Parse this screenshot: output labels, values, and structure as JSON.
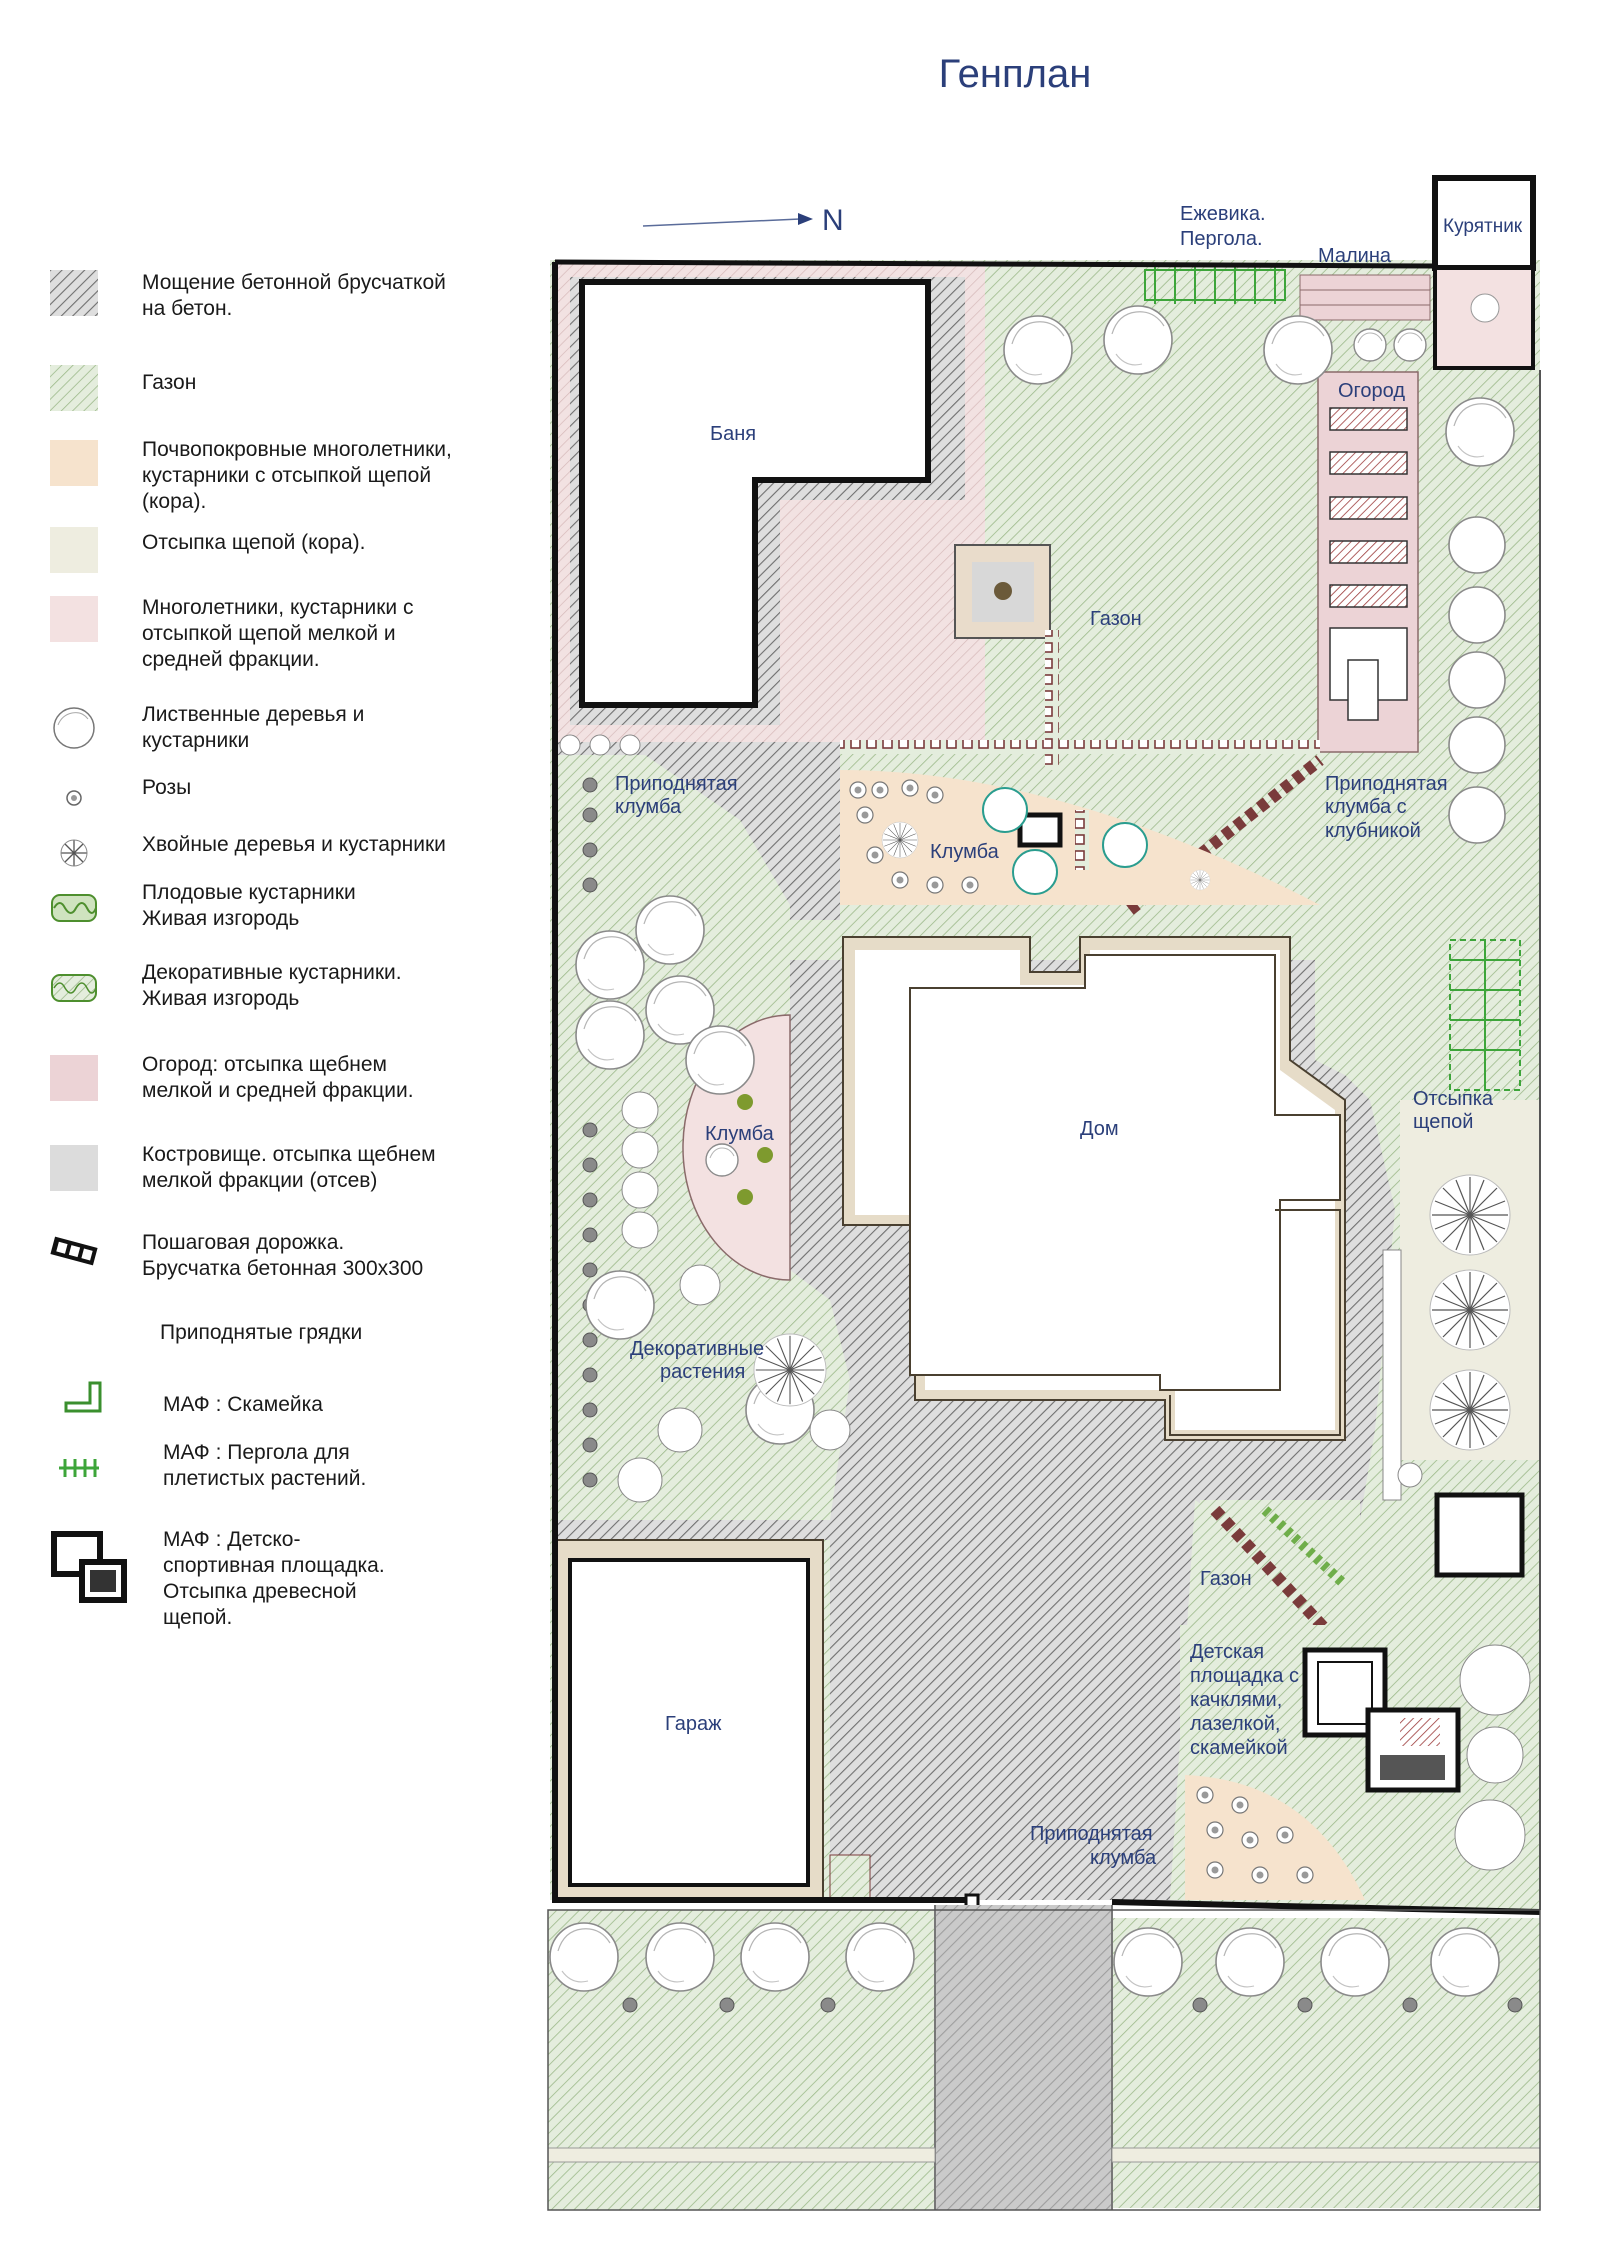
{
  "title": "Генплан",
  "north_label": "N",
  "legend": [
    {
      "id": "paving",
      "text": "Мощение бетонной брусчаткой\nна бетон."
    },
    {
      "id": "lawn",
      "text": "Газон"
    },
    {
      "id": "groundcover",
      "text": "Почвопокровные многолетники,\nкустарники с отсыпкой щепой\n(кора)."
    },
    {
      "id": "bark",
      "text": "Отсыпка щепой (кора)."
    },
    {
      "id": "perennials",
      "text": "Многолетники, кустарники с\nотсыпкой щепой мелкой и\nсредней фракции."
    },
    {
      "id": "deciduous",
      "text": "Лиственные деревья и\nкустарники"
    },
    {
      "id": "roses",
      "text": "Розы"
    },
    {
      "id": "conifers",
      "text": "Хвойные деревья и кустарники"
    },
    {
      "id": "fruit_hedge",
      "text": "Плодовые кустарники\nЖивая изгородь"
    },
    {
      "id": "deco_hedge",
      "text": "Декоративные кустарники.\nЖивая изгородь"
    },
    {
      "id": "vegetable",
      "text": "Огород: отсыпка щебнем\nмелкой и средней фракции."
    },
    {
      "id": "firepit",
      "text": "Костровище. отсыпка щебнем\nмелкой фракции (отсев)"
    },
    {
      "id": "stepping",
      "text": "Пошаговая дорожка.\nБрусчатка бетонная 300х300"
    },
    {
      "id": "raised_beds",
      "text": "Приподнятые  грядки"
    },
    {
      "id": "bench",
      "text": "МАФ : Скамейка"
    },
    {
      "id": "pergola",
      "text": "МАФ : Пергола для\nплетистых растений."
    },
    {
      "id": "playground",
      "text": "МАФ : Детско-\nспортивная площадка.\nОтсыпка древесной\nщепой."
    }
  ],
  "plan_labels": {
    "banya": "Баня",
    "blackberry": "Ежевика.",
    "pergola": "Пергола.",
    "raspberry": "Малина",
    "chicken": "Курятник",
    "garden": "Огород",
    "lawn_top": "Газон",
    "raised_bed_1a": "Приподнятая",
    "raised_bed_1b": "клумба",
    "flowerbed_top": "Клумба",
    "raised_straw_a": "Приподнятая",
    "raised_straw_b": "клумба с",
    "raised_straw_c": "клубникой",
    "house": "Дом",
    "flowerbed_left": "Клумба",
    "bark_a": "Отсыпка",
    "bark_b": "щепой",
    "deco_a": "Декоративные",
    "deco_b": "растения",
    "lawn_bottom": "Газон",
    "play_a": "Детская",
    "play_b": "площадка с",
    "play_c": "качклями,",
    "play_d": "лазелкой,",
    "play_e": "скамейкой",
    "garage": "Гараж",
    "raised_bed_2a": "Приподнятая",
    "raised_bed_2b": "клумба"
  },
  "colors": {
    "accent": "#2b3f7a",
    "lawn": "#dfe9d6",
    "paving": "#bdbdbd",
    "groundcover": "#f6e3cd",
    "bark": "#eeede0",
    "perennials": "#f1dede",
    "vegetable": "#e9cdd1",
    "hedge": "#6fae4a",
    "pergola": "#3da53a",
    "wall": "#1a1a1a"
  }
}
